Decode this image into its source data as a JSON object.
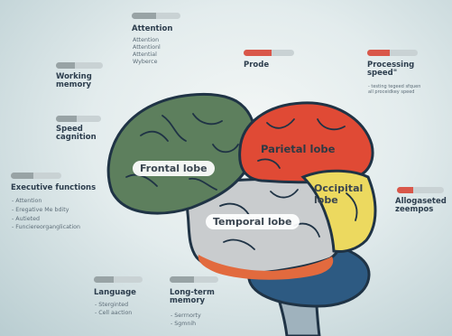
{
  "colors": {
    "frontal": "#5d7f5d",
    "parietal": "#e04a35",
    "occipital": "#ecd95f",
    "temporal": "#c9ccce",
    "cerebellum": "#2d5a82",
    "outline": "#1f3345",
    "bar_track": "#c9d2d4",
    "bar_red": "#d9574a",
    "bar_gray": "#98a3a5"
  },
  "lobes": {
    "frontal": "Frontal lobe",
    "parietal": "Parietal lobe",
    "occipital": "Occipital\nlobe",
    "temporal": "Temporal lobe"
  },
  "attention": {
    "title": "Attention",
    "items": [
      "Attention",
      "Attentionl",
      "Attential",
      "Wyberce"
    ]
  },
  "working_memory": {
    "title": "Working\nmemory"
  },
  "prode": {
    "title": "Prode"
  },
  "processing_speed": {
    "title": "Processing\nspeed\"",
    "items": [
      "- testing tegeed sfquen",
      "all proceidkey speed"
    ]
  },
  "speed_cognition": {
    "title": "Speed\ncagnition"
  },
  "executive_functions": {
    "title": "Executive functions",
    "items": [
      "- Attention",
      "- Eregative Me bdity",
      "- Autieted",
      "- Funciereorganglication"
    ]
  },
  "allogaseted": {
    "title": "Allogaseted\nzeempos"
  },
  "language": {
    "title": "Language",
    "items": [
      "- Sterginted",
      "- Cell aaction"
    ]
  },
  "long_term_memory": {
    "title": "Long-term\nmemory",
    "items": [
      "- Serrnorty",
      "- Sgmnih"
    ]
  },
  "bar_levels": {
    "attention": 0.5,
    "working_memory": 0.4,
    "prode": 0.55,
    "processing_speed": 0.45,
    "speed_cognition": 0.45,
    "executive_functions": 0.45,
    "allogaseted": 0.35,
    "language": 0.4,
    "long_term_memory": 0.5
  }
}
